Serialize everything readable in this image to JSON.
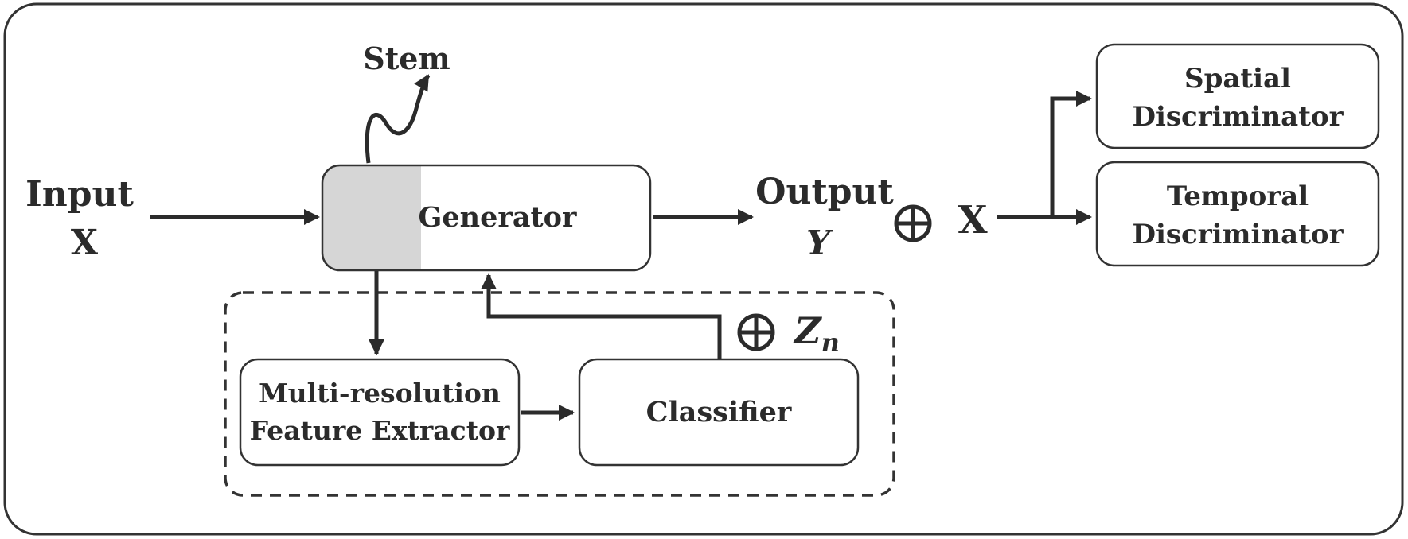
{
  "diagram": {
    "stem_label": "Stem",
    "input_label": "Input",
    "input_var": "X",
    "generator_label": "Generator",
    "output_label": "Output",
    "output_var": "Y",
    "oplus_symbol": "⊕",
    "concat_var": "X",
    "spatial_label_1": "Spatial",
    "spatial_label_2": "Discriminator",
    "temporal_label_1": "Temporal",
    "temporal_label_2": "Discriminator",
    "extractor_label_1": "Multi-resolution",
    "extractor_label_2": "Feature Extractor",
    "classifier_label": "Classifier",
    "noise_base": "Z",
    "noise_sub": "n",
    "colors": {
      "stroke": "#2b2b2b",
      "generator_shade": "#d6d6d6"
    }
  }
}
